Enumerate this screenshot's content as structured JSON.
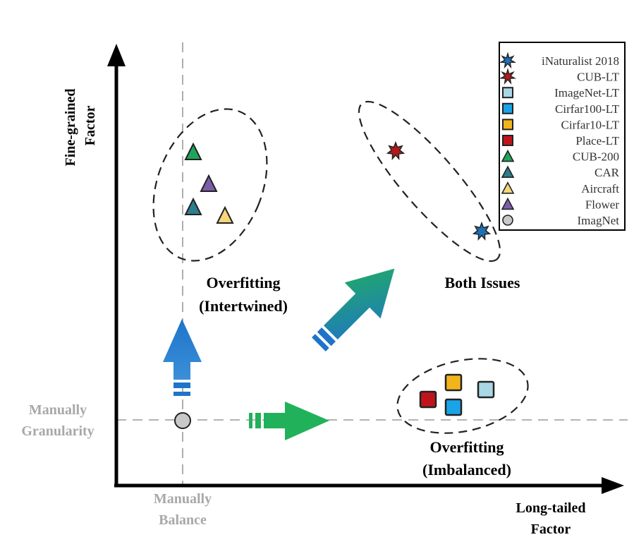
{
  "axes": {
    "y_label_line1": "Fine-grained",
    "y_label_line2": "Factor",
    "x_label_line1": "Long-tailed",
    "x_label_line2": "Factor",
    "y_ref_line1": "Manually",
    "y_ref_line2": "Granularity",
    "x_ref_line1": "Manually",
    "x_ref_line2": "Balance"
  },
  "regions": {
    "intertwined_line1": "Overfitting",
    "intertwined_line2": "(Intertwined)",
    "both": "Both Issues",
    "imbalanced_line1": "Overfitting",
    "imbalanced_line2": "(Imbalanced)"
  },
  "legend": [
    {
      "label": "iNaturalist 2018",
      "shape": "star",
      "color": "#1f6fb5"
    },
    {
      "label": "CUB-LT",
      "shape": "star",
      "color": "#b01a1a"
    },
    {
      "label": "ImageNet-LT",
      "shape": "square",
      "color": "#a9d7e6"
    },
    {
      "label": "Cirfar100-LT",
      "shape": "square",
      "color": "#1aa3e8"
    },
    {
      "label": "Cirfar10-LT",
      "shape": "square",
      "color": "#f2b41b"
    },
    {
      "label": "Place-LT",
      "shape": "square",
      "color": "#c0141c"
    },
    {
      "label": "CUB-200",
      "shape": "triangle",
      "color": "#1fa55a"
    },
    {
      "label": "CAR",
      "shape": "triangle",
      "color": "#2e7d8c"
    },
    {
      "label": "Aircraft",
      "shape": "triangle",
      "color": "#f6d67a"
    },
    {
      "label": "Flower",
      "shape": "triangle",
      "color": "#7b5ea7"
    },
    {
      "label": "ImagNet",
      "shape": "circle",
      "color": "#c8c8c8"
    }
  ],
  "colors": {
    "axis": "#000000",
    "reference_line": "#9a9a9a",
    "reference_text": "#a8a8a8",
    "arrow_up": "#1e74c9",
    "arrow_right": "#21b15a",
    "arrow_diag_start": "#1e74c9",
    "arrow_diag_end": "#21b15a"
  }
}
